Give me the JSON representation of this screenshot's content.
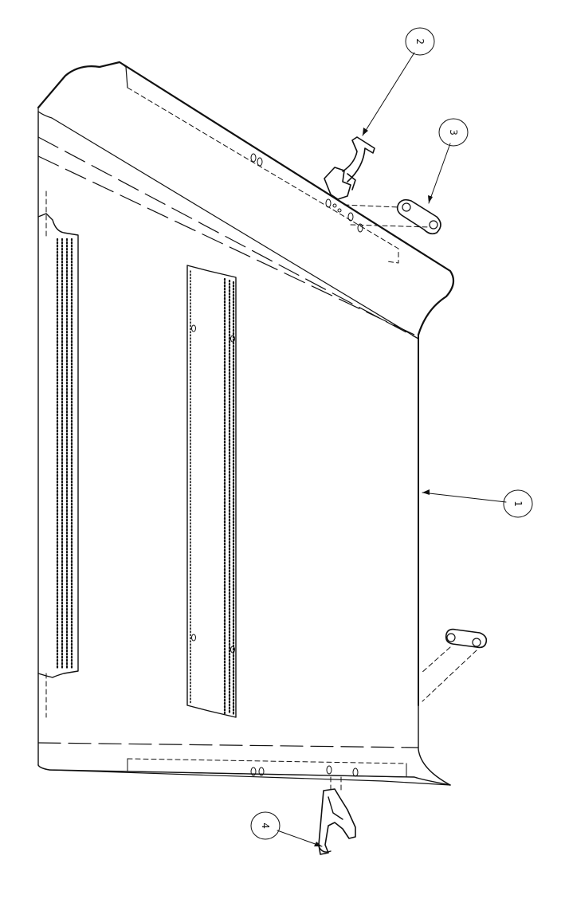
{
  "diagram": {
    "callouts": [
      {
        "id": "panel",
        "label": "1"
      },
      {
        "id": "latch",
        "label": "2"
      },
      {
        "id": "keeper-top",
        "label": "3"
      },
      {
        "id": "latch-bottom",
        "label": "4"
      }
    ]
  },
  "colors": {
    "ink": "#111111",
    "paper": "#ffffff"
  }
}
